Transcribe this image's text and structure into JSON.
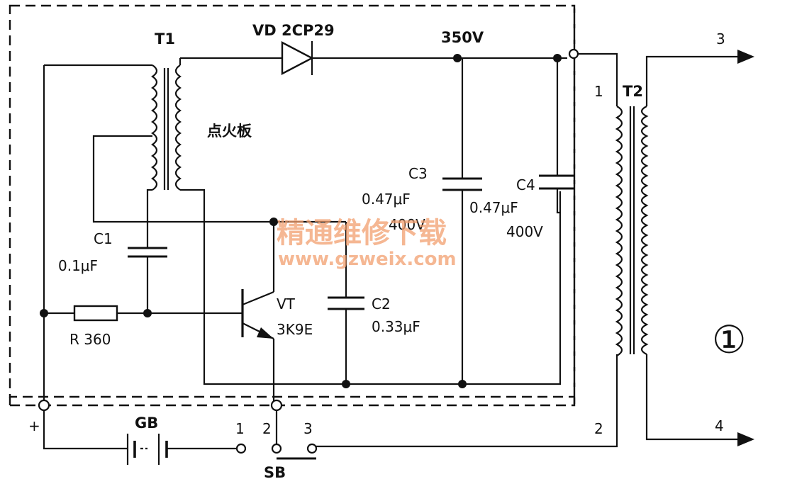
{
  "labels": {
    "t1": "T1",
    "vd": "VD 2CP29",
    "v350": "350V",
    "board": "点火板",
    "c3_name": "C3",
    "c3_val": "0.47μF",
    "c3_volt": "400V",
    "c4_name": "C4",
    "c4_val": "0.47μF",
    "c4_volt": "400V",
    "c1_name": "C1",
    "c1_val": "0.1μF",
    "vt_name": "VT",
    "vt_type": "3K9E",
    "c2_name": "C2",
    "c2_val": "0.33μF",
    "r": "R 360",
    "t2": "T2",
    "pin1_t2": "1",
    "pin2_t2": "2",
    "pin3_t2": "3",
    "pin4_t2": "4",
    "plus": "+",
    "gb": "GB",
    "sw1": "1",
    "sw2": "2",
    "sw3": "3",
    "sb": "SB",
    "fig": "①"
  },
  "watermark": {
    "cn": "精通维修下载",
    "url": "www.gzweix.com"
  },
  "colors": {
    "ink": "#111111",
    "watermark": "#f2a070"
  }
}
